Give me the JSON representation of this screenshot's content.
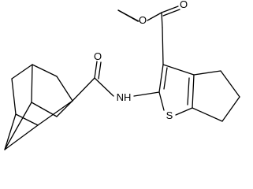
{
  "molecule": {
    "atoms": {
      "ester_carbonyl_oxygen": "O",
      "ester_ether_oxygen": "O",
      "amide_oxygen": "O",
      "amide_nitrogen": "NH",
      "thiophene_sulfur": "S"
    },
    "colors": {
      "bond": "#000000",
      "label": "#000000",
      "background": "#ffffff"
    }
  }
}
